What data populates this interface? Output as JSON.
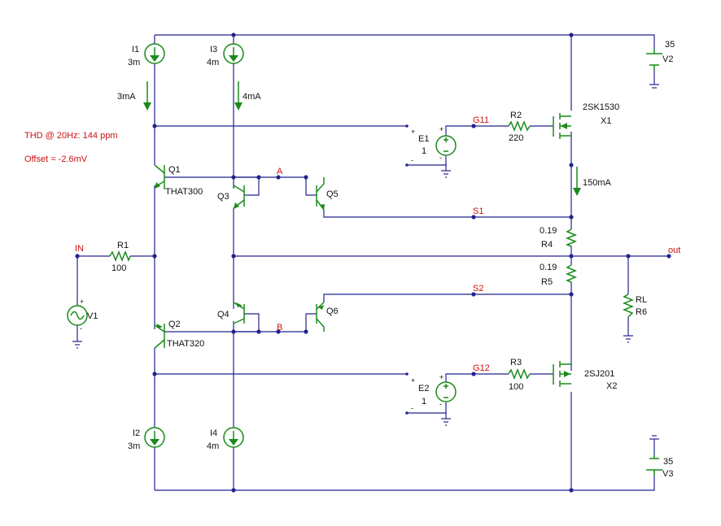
{
  "annotations": {
    "thd": "THD @ 20Hz: 144 ppm",
    "offset": "Offset = -2.6mV"
  },
  "sources": {
    "I1": {
      "name": "I1",
      "value": "3m",
      "current": "3mA"
    },
    "I3": {
      "name": "I3",
      "value": "4m",
      "current": "4mA"
    },
    "I2": {
      "name": "I2",
      "value": "3m"
    },
    "I4": {
      "name": "I4",
      "value": "4m"
    },
    "V1": {
      "name": "V1"
    },
    "V2": {
      "name": "V2",
      "value": "35"
    },
    "V3": {
      "name": "V3",
      "value": "35"
    },
    "E1": {
      "name": "E1",
      "gain": "1"
    },
    "E2": {
      "name": "E2",
      "gain": "1"
    }
  },
  "transistors": {
    "Q1": {
      "name": "Q1",
      "model": "THAT300"
    },
    "Q2": {
      "name": "Q2",
      "model": "THAT320"
    },
    "Q3": {
      "name": "Q3"
    },
    "Q4": {
      "name": "Q4"
    },
    "Q5": {
      "name": "Q5"
    },
    "Q6": {
      "name": "Q6"
    },
    "X1": {
      "name": "X1",
      "model": "2SK1530",
      "current": "150mA"
    },
    "X2": {
      "name": "X2",
      "model": "2SJ201"
    }
  },
  "resistors": {
    "R1": {
      "name": "R1",
      "value": "100"
    },
    "R2": {
      "name": "R2",
      "value": "220"
    },
    "R3": {
      "name": "R3",
      "value": "100"
    },
    "R4": {
      "name": "R4",
      "value": "0.19"
    },
    "R5": {
      "name": "R5",
      "value": "0.19"
    },
    "R6": {
      "name": "R6",
      "value": "RL"
    }
  },
  "nets": {
    "in": "IN",
    "out": "out",
    "a": "A",
    "b": "B",
    "s1": "S1",
    "s2": "S2",
    "g11": "G11",
    "g12": "G12"
  },
  "pins": {
    "plus": "+",
    "minus": "-"
  }
}
